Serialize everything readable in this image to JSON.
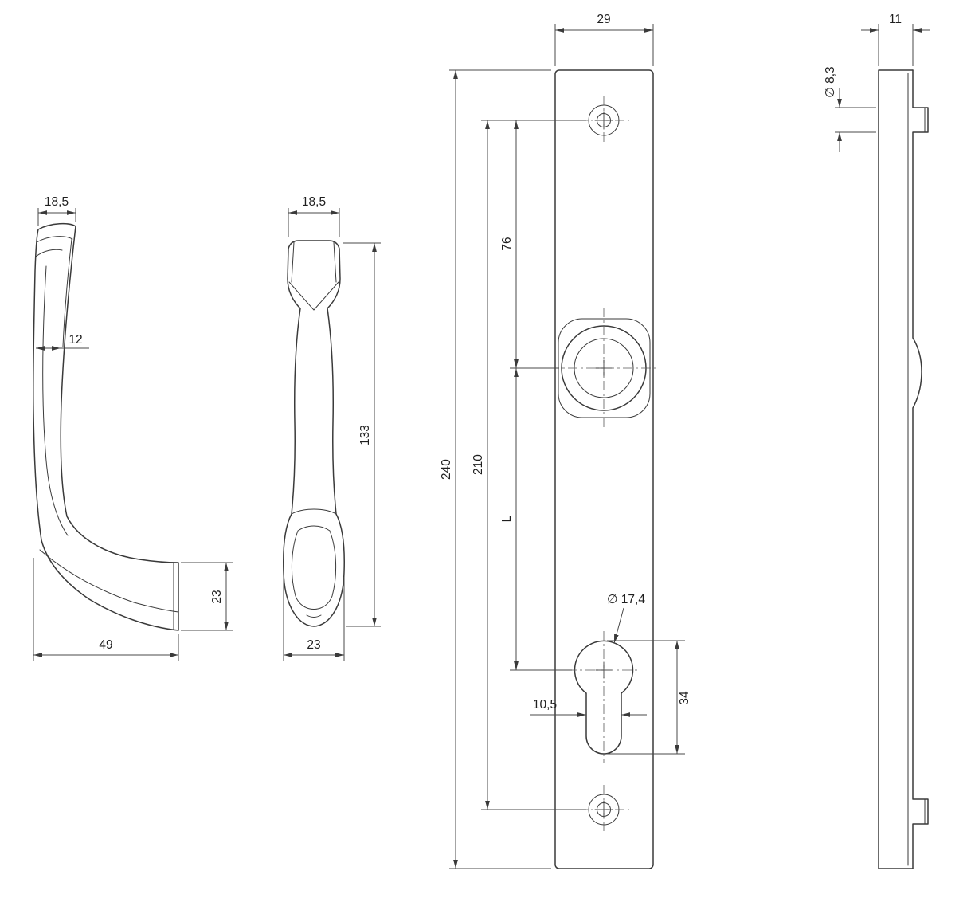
{
  "style": {
    "background": "#ffffff",
    "line_color": "#3a3a3a",
    "text_color": "#1f1f1f"
  },
  "views": {
    "handle_side": {
      "dims": {
        "top_width": "18,5",
        "grip_thickness": "12",
        "end_height": "23",
        "projection": "49"
      }
    },
    "handle_front": {
      "dims": {
        "top_width": "18,5",
        "length": "133",
        "bottom_width": "23"
      }
    },
    "plate_front": {
      "dims": {
        "plate_width": "29",
        "hole_to_hub": "76",
        "total_length": "240",
        "hole_spacing": "210",
        "hub_to_cylinder": "L",
        "cylinder_dia": "∅ 17,4",
        "slot_width": "10,5",
        "cylinder_height": "34"
      }
    },
    "plate_side": {
      "dims": {
        "thickness": "11",
        "boss_dia": "∅ 8,3"
      }
    }
  }
}
